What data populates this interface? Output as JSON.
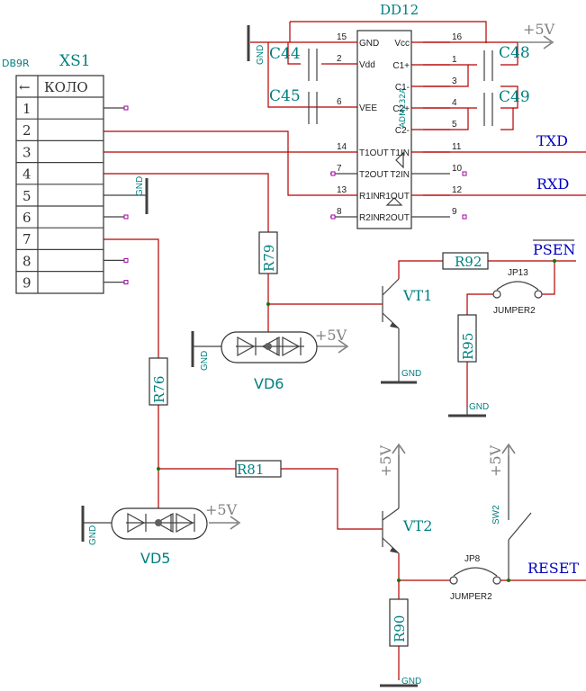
{
  "connector": {
    "type_label": "DB9R",
    "ref": "XS1",
    "header_arrow": "←",
    "header_label": "КОЛО",
    "pins": [
      "1",
      "2",
      "3",
      "4",
      "5",
      "6",
      "7",
      "8",
      "9"
    ]
  },
  "ic": {
    "ref": "DD12",
    "part": "ADM232A",
    "left_pins": [
      {
        "num": "15",
        "name": "GND"
      },
      {
        "num": "2",
        "name": "Vdd"
      },
      {
        "num": "6",
        "name": "VEE"
      },
      {
        "num": "14",
        "name": "T1OUT"
      },
      {
        "num": "7",
        "name": "T2OUT"
      },
      {
        "num": "13",
        "name": "R1IN"
      },
      {
        "num": "8",
        "name": "R2IN"
      }
    ],
    "right_pins": [
      {
        "num": "16",
        "name": "Vcc"
      },
      {
        "num": "1",
        "name": "C1+"
      },
      {
        "num": "3",
        "name": "C1-"
      },
      {
        "num": "4",
        "name": "C2+"
      },
      {
        "num": "5",
        "name": "C2-"
      },
      {
        "num": "11",
        "name": "T1IN"
      },
      {
        "num": "10",
        "name": "T2IN"
      },
      {
        "num": "12",
        "name": "R1OUT"
      },
      {
        "num": "9",
        "name": "R2OUT"
      }
    ]
  },
  "capacitors": [
    "C44",
    "C45",
    "C48",
    "C49"
  ],
  "resistors": [
    "R79",
    "R92",
    "R95",
    "R76",
    "R81",
    "R90"
  ],
  "transistors": [
    "VT1",
    "VT2"
  ],
  "diodes": [
    "VD6",
    "VD5"
  ],
  "jumpers": [
    {
      "ref": "JP13",
      "type": "JUMPER2"
    },
    {
      "ref": "JP8",
      "type": "JUMPER2"
    }
  ],
  "switch": "SW2",
  "nets": {
    "txd": "TXD",
    "rxd": "RXD",
    "psen": "PSEN",
    "reset": "RESET",
    "vplus": "+5V",
    "gnd": "GND"
  }
}
